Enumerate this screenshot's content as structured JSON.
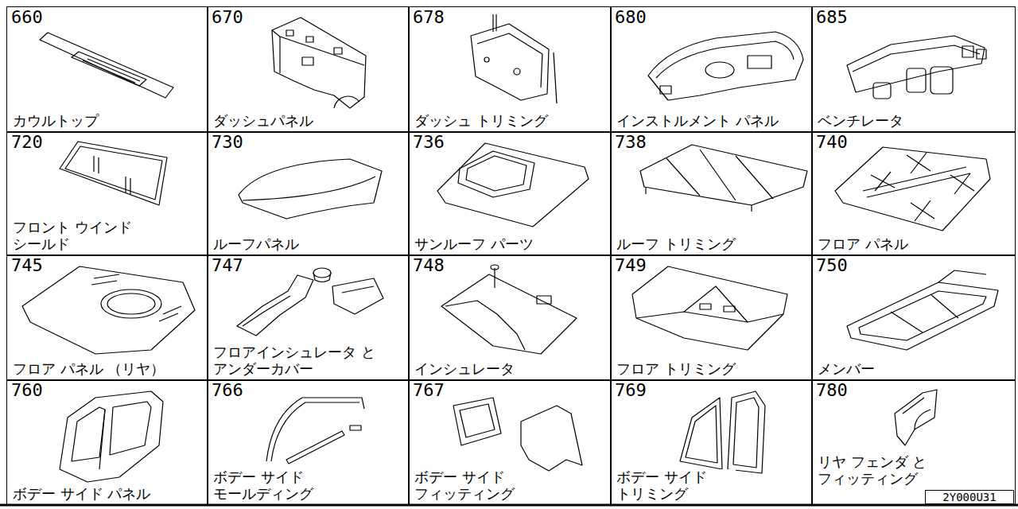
{
  "diagram": {
    "nodes": [
      {
        "text": [
          "660",
          "カウルトップ"
        ]
      },
      {
        "text": [
          "670",
          "ダッシュパネル"
        ]
      },
      {
        "text": [
          "678",
          "ダッシュ トリミング"
        ]
      },
      {
        "text": [
          "680",
          "インストルメント パネル"
        ]
      },
      {
        "text": [
          "685",
          "ベンチレータ"
        ]
      },
      {
        "text": [
          "720",
          "フロント ウインド シールド"
        ]
      },
      {
        "text": [
          "730",
          "ルーフパネル"
        ]
      },
      {
        "text": [
          "736",
          "サンルーフ パーツ"
        ]
      },
      {
        "text": [
          "738",
          "ルーフ トリミング"
        ]
      },
      {
        "text": [
          "740",
          "フロア パネル"
        ]
      },
      {
        "text": [
          "745",
          "フロア パネル （リヤ）"
        ]
      },
      {
        "text": [
          "747",
          "フロアインシュレータ と アンダーカバー"
        ]
      },
      {
        "text": [
          "748",
          "インシュレータ"
        ]
      },
      {
        "text": [
          "749",
          "フロア トリミング"
        ]
      },
      {
        "text": [
          "750",
          "メンバー"
        ]
      },
      {
        "text": [
          "760",
          "ボデー サイド パネル"
        ]
      },
      {
        "text": [
          "766",
          "ボデー サイド モールディング"
        ]
      },
      {
        "text": [
          "767",
          "ボデー サイド フィッティング"
        ]
      },
      {
        "text": [
          "769",
          "ボデー サイド トリミング"
        ]
      },
      {
        "text": [
          "780",
          "リヤ フェンダ と フィッティング"
        ]
      },
      {
        "text": [
          "2Y000U31"
        ],
        "in": 19
      }
    ]
  }
}
